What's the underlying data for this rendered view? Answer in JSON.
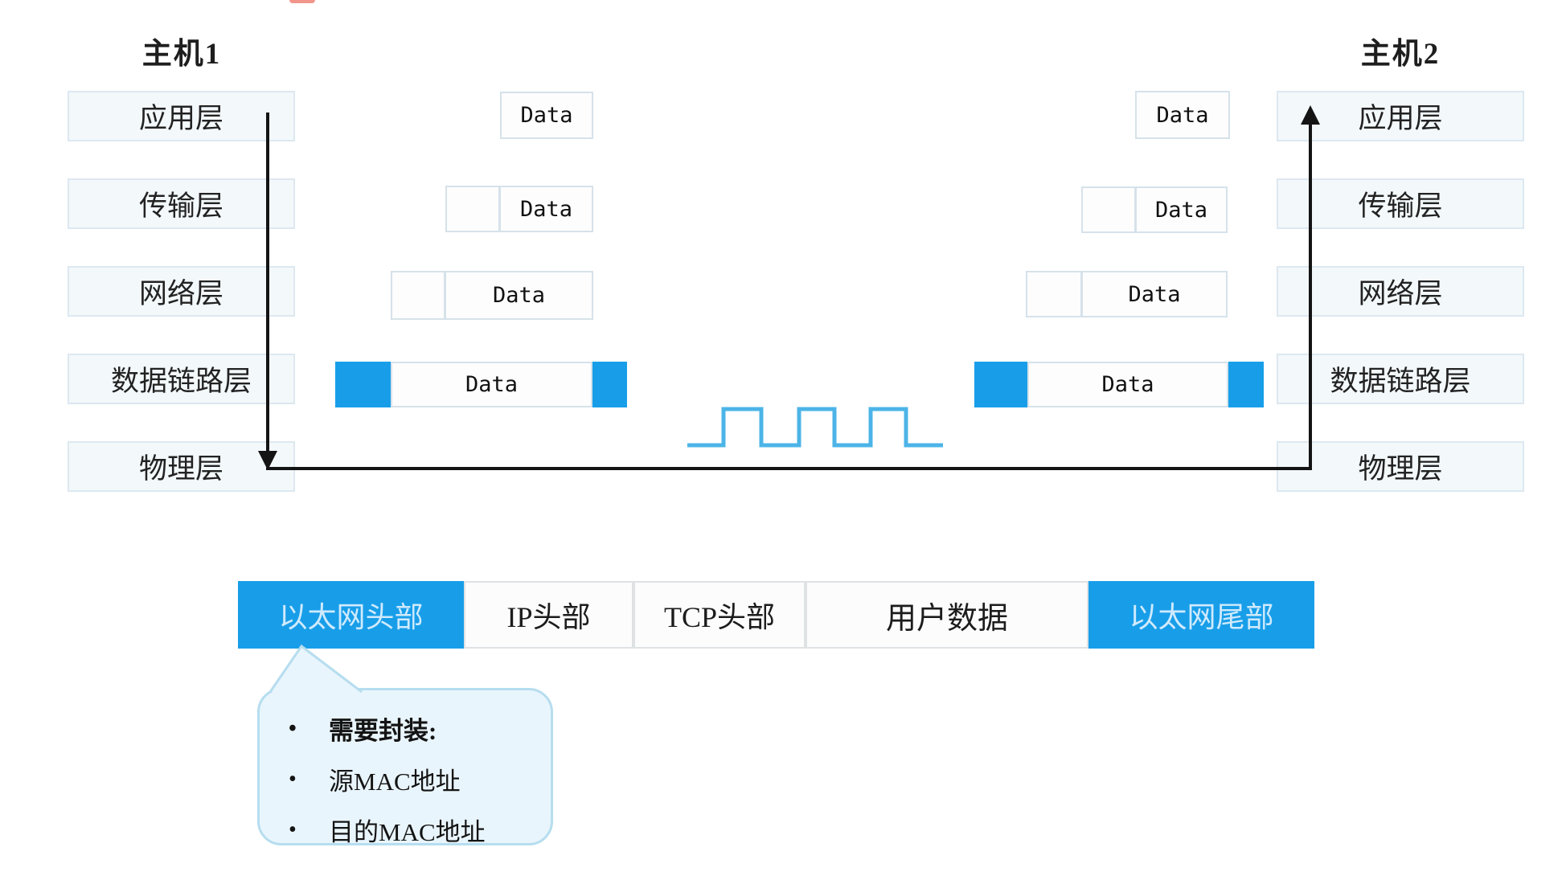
{
  "hosts": {
    "host1": "主机1",
    "host2": "主机2"
  },
  "layers": [
    "应用层",
    "传输层",
    "网络层",
    "数据链路层",
    "物理层"
  ],
  "labels": {
    "data": "Data"
  },
  "frame": {
    "segments": [
      {
        "label": "以太网头部",
        "type": "blue"
      },
      {
        "label": "IP头部",
        "type": "white"
      },
      {
        "label": "TCP头部",
        "type": "white"
      },
      {
        "label": "用户数据",
        "type": "white"
      },
      {
        "label": "以太网尾部",
        "type": "blue"
      }
    ]
  },
  "callout": {
    "items": [
      {
        "text": "需要封装:",
        "bold": true
      },
      {
        "text": "源MAC地址",
        "bold": false
      },
      {
        "text": "目的MAC地址",
        "bold": false
      }
    ]
  },
  "colors": {
    "accent_blue": "#189ee9",
    "wave_blue": "#4cb4e7",
    "layer_fill": "#f3f8fb",
    "layer_border": "#dde8f0",
    "callout_fill": "#e9f5fc",
    "callout_border": "#b6ddef",
    "frame_blue_text": "#cfeafd",
    "arrow_black": "#141414"
  }
}
